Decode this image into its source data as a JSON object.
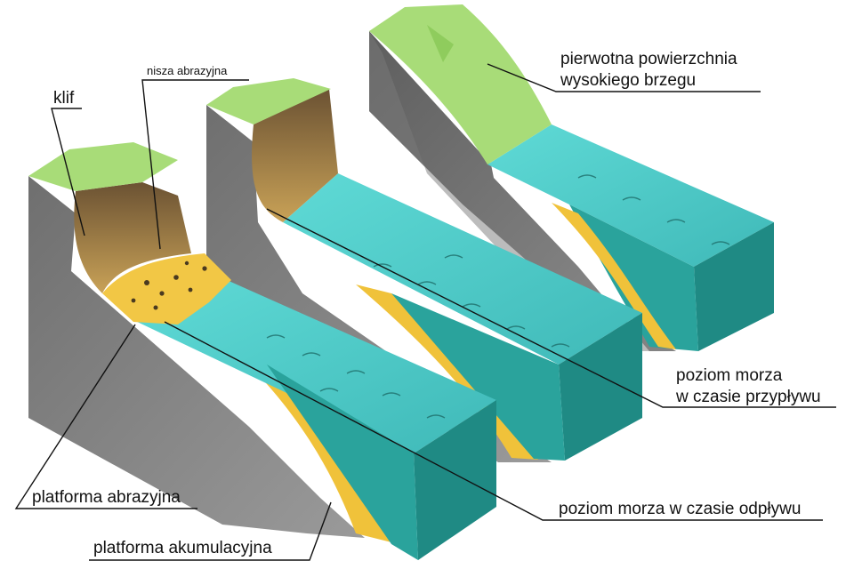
{
  "labels": {
    "klif": "klif",
    "nisza": "nisza abrazyjna",
    "pierwotna_line1": "pierwotna powierzchnia",
    "pierwotna_line2": "wysokiego brzegu",
    "przyplyw_line1": "poziom morza",
    "przyplyw_line2": "w czasie przypływu",
    "odplyw": "poziom morza w czasie odpływu",
    "abrazyjna": "platforma abrazyjna",
    "akumulacyjna": "platforma akumulacyjna"
  },
  "colors": {
    "rock": "#8a8a8a",
    "rock_dark": "#5a5a5a",
    "grass": "#a8dc78",
    "grass_dark": "#6fc24e",
    "sea_top": "#4ec9c9",
    "sea_side": "#2a9c96",
    "sea_front": "#1f8a84",
    "sand": "#f0c23a",
    "cliff_brown": "#8b6b3d"
  }
}
